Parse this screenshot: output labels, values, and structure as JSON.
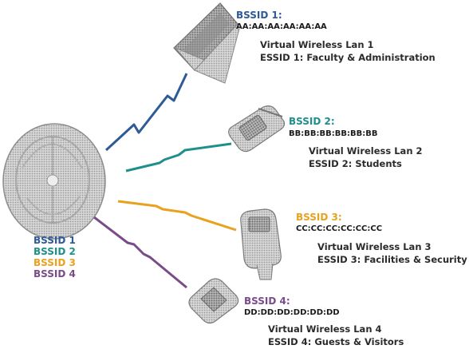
{
  "colors": {
    "bssid1": "#2e5a96",
    "bssid2": "#1e8f8a",
    "bssid3": "#e8a21f",
    "bssid4": "#7a4b8a",
    "text": "#2b2b2b"
  },
  "legend": [
    "BSSID 1",
    "BSSID 2",
    "BSSID 3",
    "BSSID 4"
  ],
  "clients": [
    {
      "bssid_label": "BSSID 1:",
      "mac": "AA:AA:AA:AA:AA:AA",
      "vlan": "Virtual Wireless Lan 1",
      "essid": "ESSID 1: Faculty & Administration",
      "device": "laptop-icon"
    },
    {
      "bssid_label": "BSSID 2:",
      "mac": "BB:BB:BB:BB:BB:BB",
      "vlan": "Virtual Wireless Lan 2",
      "essid": "ESSID 2:  Students",
      "device": "cordless-phone-icon"
    },
    {
      "bssid_label": "BSSID 3:",
      "mac": "CC:CC:CC:CC:CC:CC",
      "vlan": "Virtual Wireless Lan 3",
      "essid": "ESSID 3: Facilities & Security",
      "device": "handheld-scanner-icon"
    },
    {
      "bssid_label": "BSSID 4:",
      "mac": "DD:DD:DD:DD:DD:DD",
      "vlan": "Virtual Wireless Lan 4",
      "essid": "ESSID 4: Guests & Visitors",
      "device": "pda-icon"
    }
  ]
}
